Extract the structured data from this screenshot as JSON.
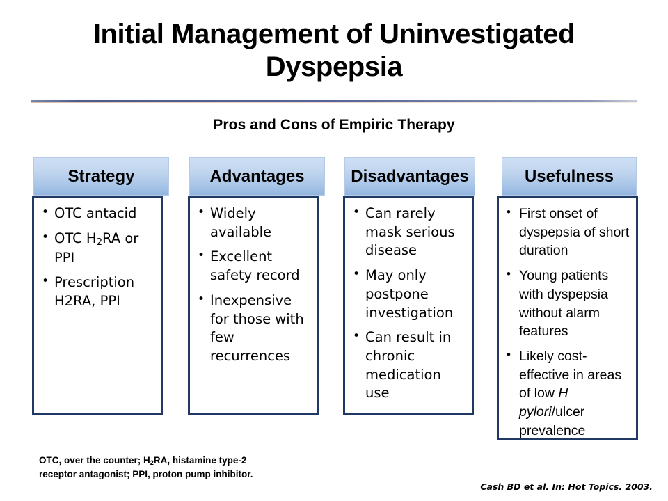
{
  "slide": {
    "title": "Initial Management of Uninvestigated Dyspepsia",
    "subtitle": "Pros and Cons of Empiric Therapy",
    "footnote_line1_a": "OTC, over the counter; H",
    "footnote_line1_sub": "2",
    "footnote_line1_b": "RA, histamine type-2",
    "footnote_line2": "receptor antagonist; PPI, proton pump inhibitor.",
    "citation": "Cash BD et al. In: Hot Topics. 2003."
  },
  "colors": {
    "header_gradient_top": "#cfdff4",
    "header_gradient_bottom": "#93b5de",
    "body_border": "#1f3864",
    "divider_blue": "#4d5b8e",
    "divider_tan": "#e8cdb4",
    "text": "#000000",
    "background": "#ffffff"
  },
  "table": {
    "columns": [
      {
        "header": "Strategy",
        "items": [
          {
            "parts": [
              {
                "text": "OTC antacid"
              }
            ]
          },
          {
            "parts": [
              {
                "text": "OTC H"
              },
              {
                "text": "2",
                "style": "sub"
              },
              {
                "text": "RA or PPI"
              }
            ]
          },
          {
            "parts": [
              {
                "text": "Prescription H2RA, PPI"
              }
            ]
          }
        ]
      },
      {
        "header": "Advantages",
        "items": [
          {
            "parts": [
              {
                "text": "Widely available"
              }
            ]
          },
          {
            "parts": [
              {
                "text": "Excellent safety record"
              }
            ]
          },
          {
            "parts": [
              {
                "text": "Inexpensive for those with few recurrences"
              }
            ]
          }
        ]
      },
      {
        "header": "Disadvantages",
        "items": [
          {
            "parts": [
              {
                "text": "Can rarely mask serious disease"
              }
            ]
          },
          {
            "parts": [
              {
                "text": "May only postpone investigation"
              }
            ]
          },
          {
            "parts": [
              {
                "text": "Can result in chronic medication use"
              }
            ]
          }
        ]
      },
      {
        "header": "Usefulness",
        "items": [
          {
            "parts": [
              {
                "text": "First onset of dyspepsia of short duration"
              }
            ]
          },
          {
            "parts": [
              {
                "text": "Young patients with dyspepsia without alarm features"
              }
            ]
          },
          {
            "parts": [
              {
                "text": "Likely cost-effective in areas of low "
              },
              {
                "text": "H pylori",
                "style": "italic"
              },
              {
                "text": "/ulcer prevalence"
              }
            ]
          }
        ]
      }
    ]
  }
}
